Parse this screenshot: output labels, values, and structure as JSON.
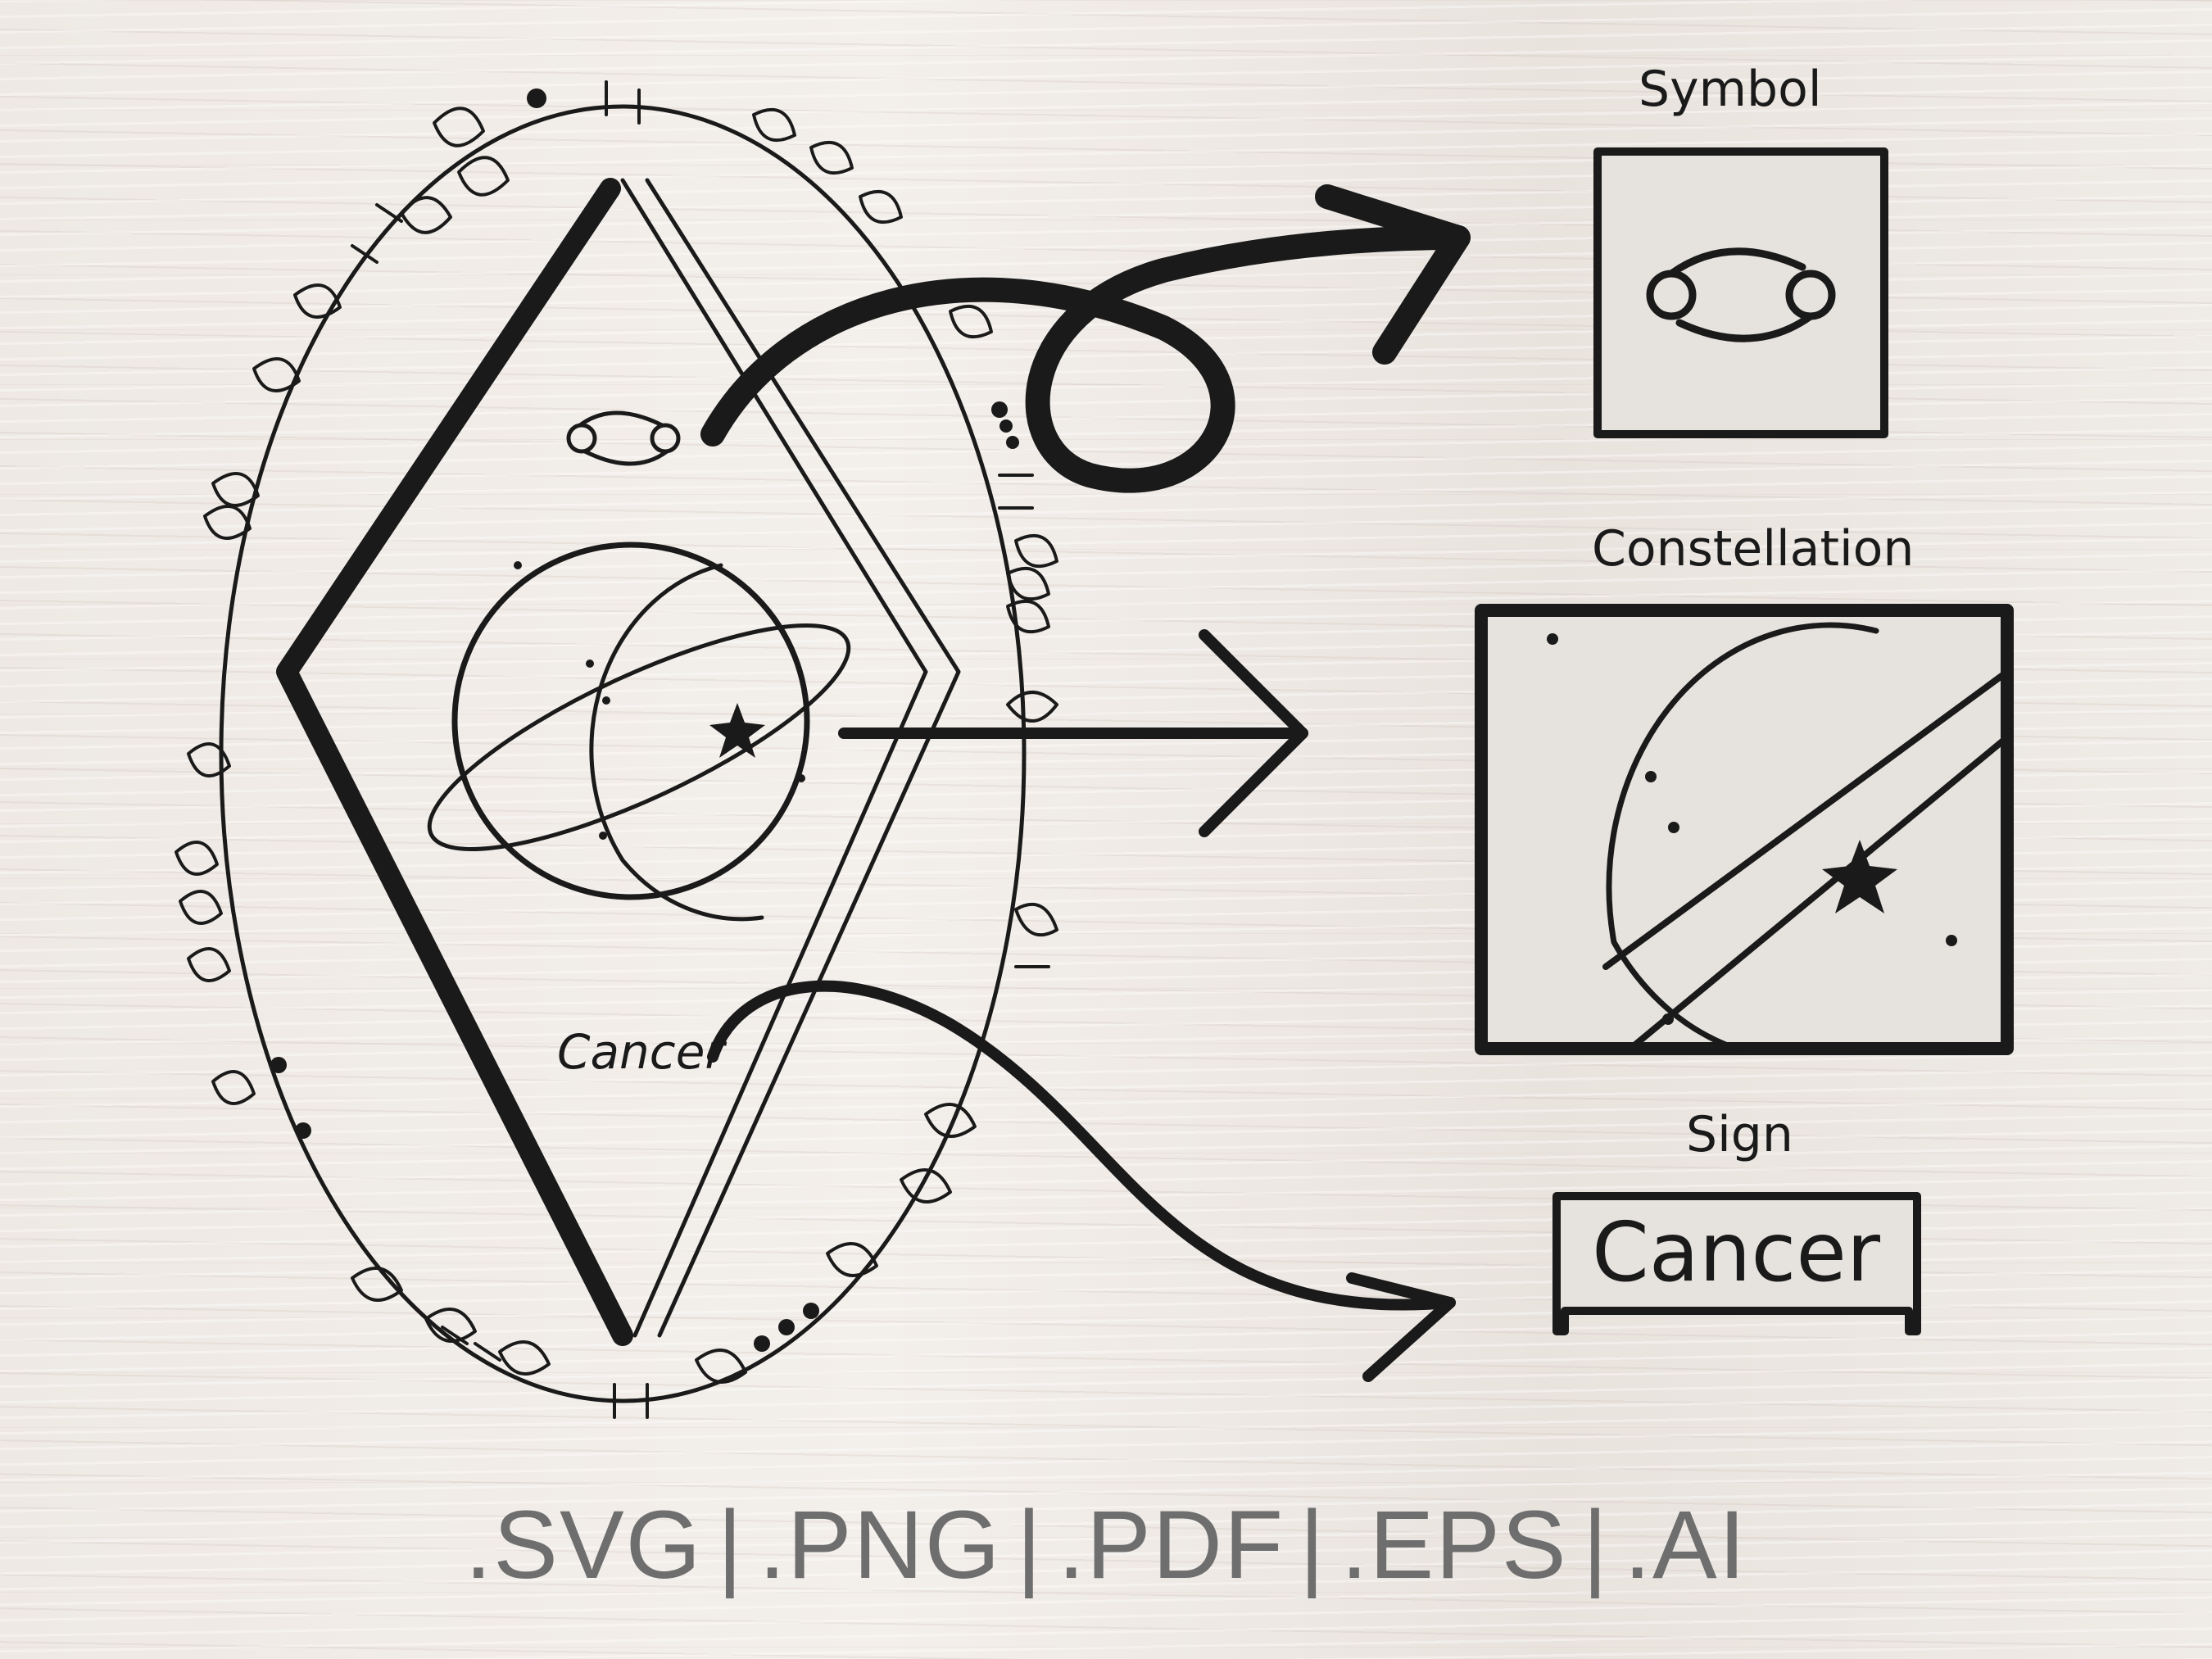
{
  "labels": {
    "symbol": "Symbol",
    "constellation": "Constellation",
    "sign": "Sign"
  },
  "sign_name": "Cancer",
  "artwork_sign_text": "Cancer",
  "zodiac_symbol_glyph": "♋",
  "file_formats": [
    ".SVG",
    ".PNG",
    ".PDF",
    ".EPS",
    ".AI"
  ],
  "separator": "|",
  "colors": {
    "ink": "#1a1a1a",
    "panel": "#e6e3de",
    "format_text": "#6e6e6e"
  }
}
